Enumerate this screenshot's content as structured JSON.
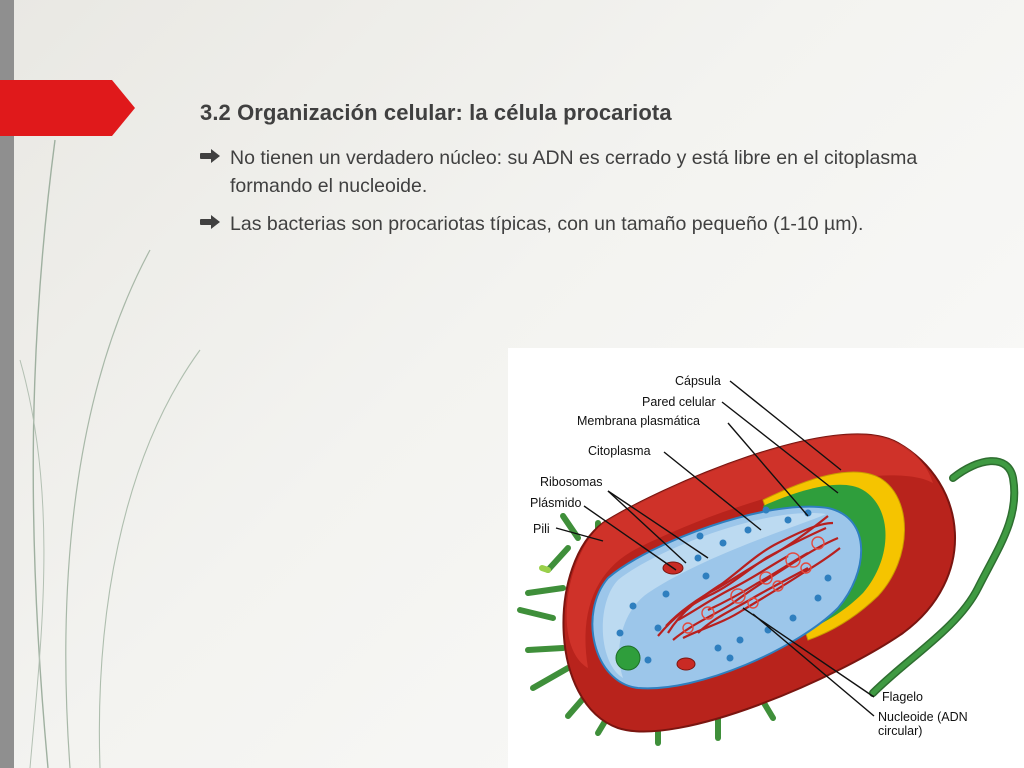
{
  "slide": {
    "title": "3.2 Organización celular: la célula procariota",
    "bullets": [
      {
        "icon": "arrow-right-icon",
        "text": "No tienen un verdadero núcleo: su ADN es cerrado y está libre en el citoplasma formando el nucleoide."
      },
      {
        "icon": "arrow-right-icon",
        "text": "Las bacterias son procariotas típicas, con un tamaño pequeño (1-10 µm)."
      }
    ]
  },
  "diagram": {
    "labels": {
      "capsula": "Cápsula",
      "pared": "Pared celular",
      "membrana": "Membrana plasmática",
      "citoplasma": "Citoplasma",
      "ribosomas": "Ribosomas",
      "plasmido": "Plásmido",
      "pili": "Pili",
      "flagelo": "Flagelo",
      "nucleoide_line1": "Nucleoide (ADN",
      "nucleoide_line2": "circular)"
    }
  },
  "colors": {
    "accent_red": "#e0191b",
    "text": "#404040",
    "capsule": "#c62a22",
    "wall_yellow": "#f5c400",
    "membrane_green": "#2f9e3c",
    "cytoplasm": "#9cc6ea",
    "dna": "#b8201f"
  }
}
